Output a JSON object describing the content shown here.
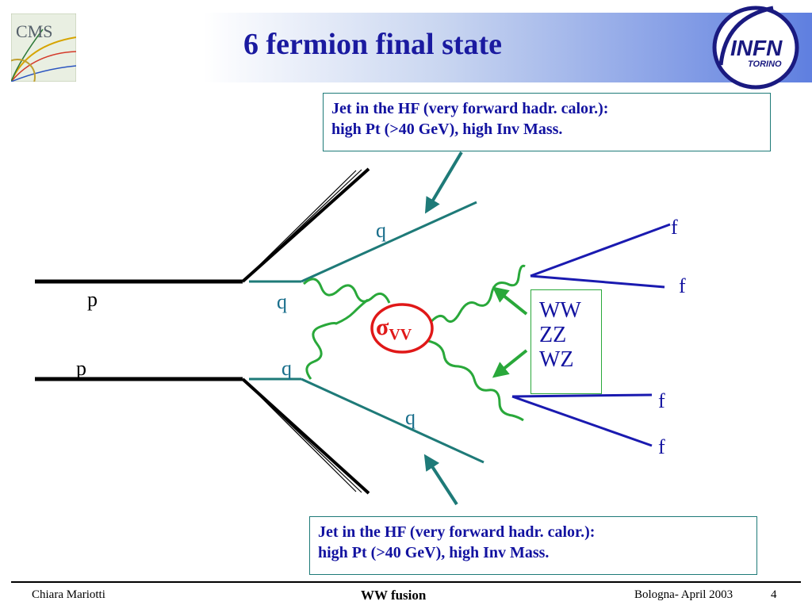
{
  "slide": {
    "title": "6 fermion final state",
    "callout_top": {
      "line1": "Jet in the HF (very forward hadr. calor.):",
      "line2": "high Pt (>40 GeV),  high Inv Mass."
    },
    "callout_bottom": {
      "line1": "Jet in the HF (very forward hadr. calor.):",
      "line2": "high Pt (>40 GeV),  high Inv Mass."
    },
    "labels": {
      "proton_top": "p",
      "proton_bottom": "p",
      "quark_in_top": "q",
      "quark_in_bottom": "q",
      "quark_out_top": "q",
      "quark_out_bottom": "q",
      "sigma": "σ",
      "sigma_sub": "VV",
      "fermions": [
        "f",
        "f",
        "f",
        "f"
      ]
    },
    "boson_pairs": [
      "WW",
      "ZZ",
      "WZ"
    ],
    "logos": {
      "cms": "CMS",
      "infn": "INFN",
      "infn_sub": "TORINO"
    }
  },
  "footer": {
    "author": "Chiara Mariotti",
    "topic": "WW fusion",
    "venue": "Bologna- April 2003",
    "page": "4"
  },
  "colors": {
    "title": "#1a1aa0",
    "teal": "#1e7a78",
    "fermion_lines": "#1a1ab0",
    "sigma_circle": "#e01818",
    "green_arrows": "#29a83a",
    "header_gradient_end": "#5f7fe0"
  }
}
